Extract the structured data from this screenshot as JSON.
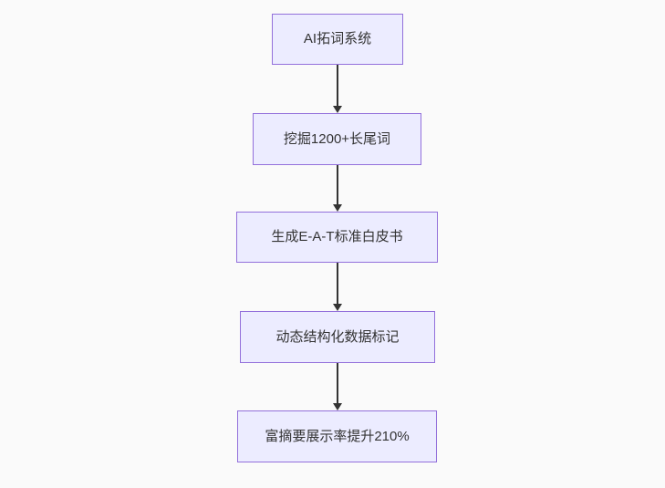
{
  "diagram": {
    "type": "flowchart-top-down",
    "background_color": "#fafafa",
    "node_fill_color": "#ececff",
    "node_border_color": "#9370db",
    "text_color": "#333333",
    "arrow_color": "#333333",
    "nodes": [
      {
        "label": "AI拓词系统"
      },
      {
        "label": "挖掘1200+长尾词"
      },
      {
        "label": "生成E-A-T标准白皮书"
      },
      {
        "label": "动态结构化数据标记"
      },
      {
        "label": "富摘要展示率提升210%"
      }
    ],
    "edges": [
      {
        "from": 0,
        "to": 1
      },
      {
        "from": 1,
        "to": 2
      },
      {
        "from": 2,
        "to": 3
      },
      {
        "from": 3,
        "to": 4
      }
    ]
  }
}
